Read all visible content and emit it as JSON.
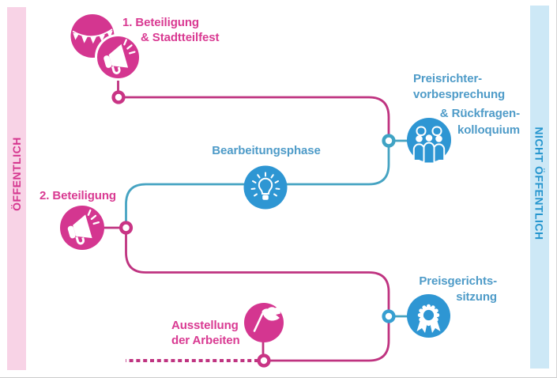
{
  "bars": {
    "left": "ÖFFENTLICH",
    "right": "NICHT ÖFFENTLICH"
  },
  "steps": {
    "stadtteilfest": {
      "line1": "1. Beteiligung",
      "line2": "& Stadtteilfest"
    },
    "preisrichter": {
      "line1": "Preisrichter-",
      "line2": "vorbesprechung",
      "line3": "& Rückfragen-",
      "line4": "kolloquium"
    },
    "bearbeitungsphase": {
      "label": "Bearbeitungsphase"
    },
    "beteiligung2": {
      "label": "2. Beteiligung"
    },
    "preisgericht": {
      "line1": "Preisgerichts-",
      "line2": "sitzung"
    },
    "ausstellung": {
      "line1": "Ausstellung",
      "line2": "der Arbeiten"
    }
  },
  "colors": {
    "pink_circle": "#d43690",
    "pink_line": "#bf3380",
    "pink_text": "#d93a92",
    "teal_line": "#45a3c2",
    "blue_circle": "#2e96d3",
    "blue_text": "#4e9bc8",
    "bar_left_bg": "#f8d3e6",
    "bar_right_bg": "#cde8f6",
    "bar_left_text": "#d5368f",
    "bar_right_text": "#2495ce"
  }
}
